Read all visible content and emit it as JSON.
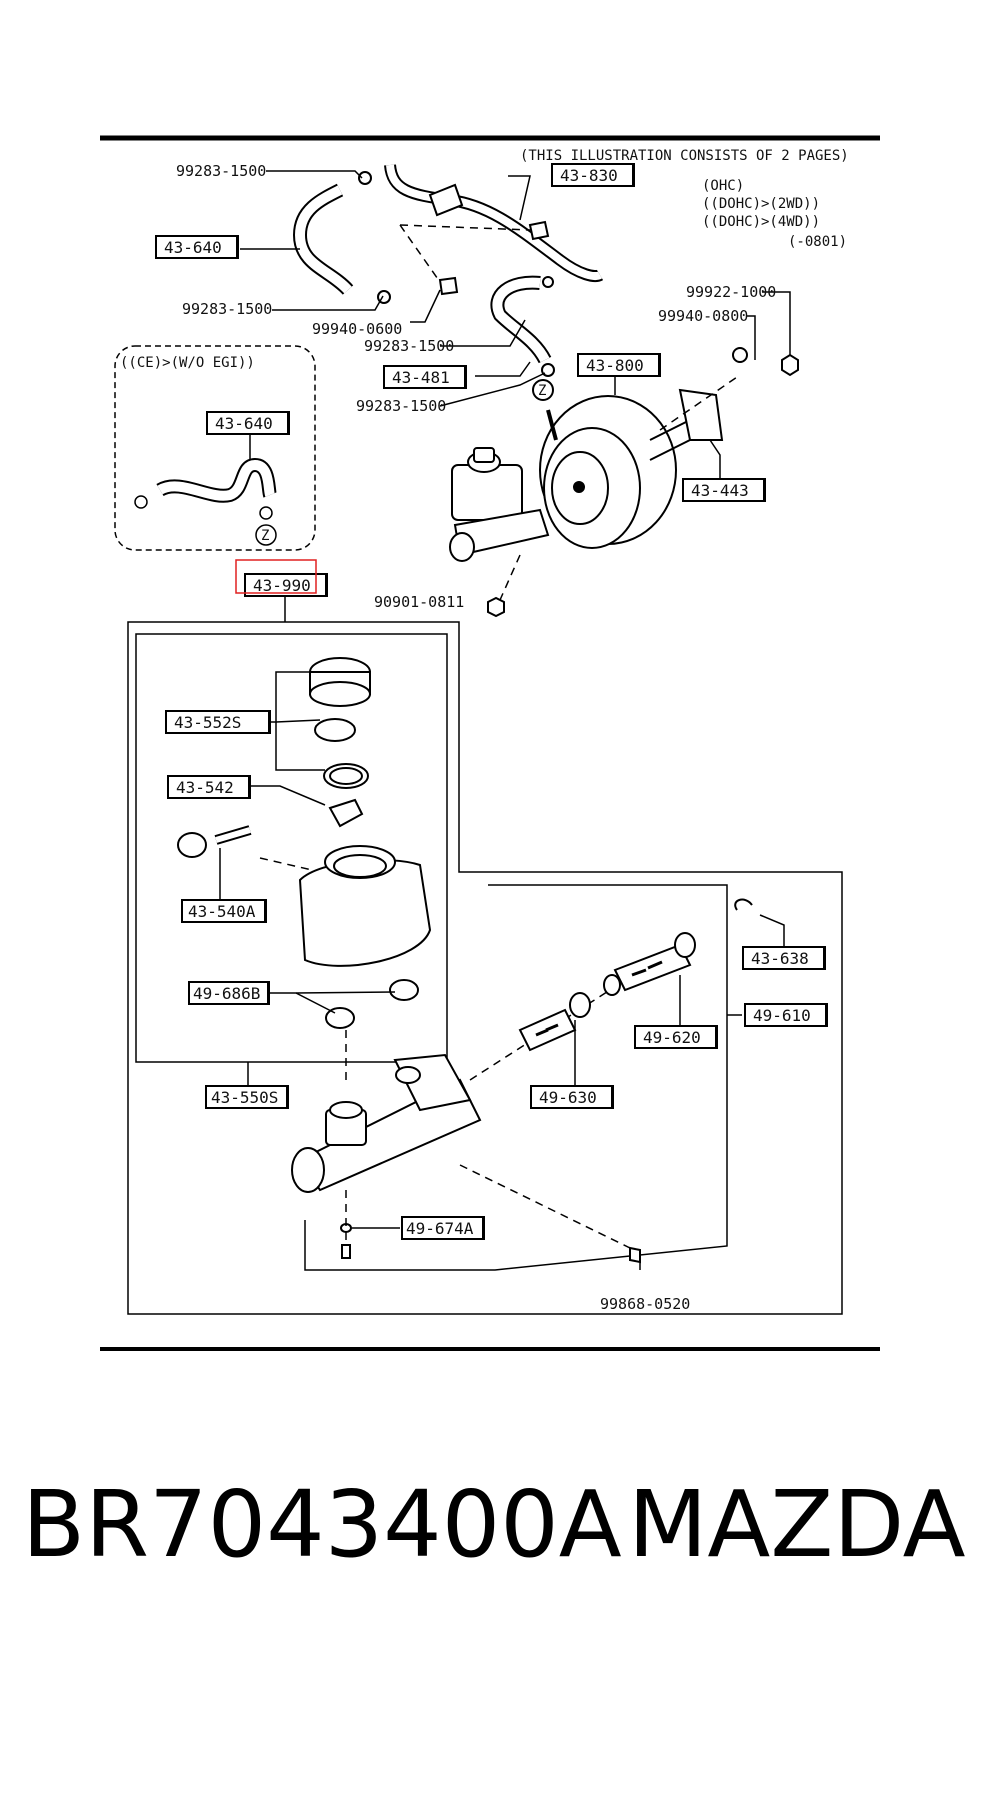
{
  "diagram": {
    "header_note": "(THIS ILLUSTRATION CONSISTS OF  2 PAGES)",
    "applicability": [
      "(OHC)",
      "((DOHC)>(2WD))",
      "((DOHC)>(4WD))",
      "(-0801)"
    ],
    "variant_note": "((CE)>(W/O EGI))",
    "boxed_parts": {
      "p43830": "43-830",
      "p43640a": "43-640",
      "p43640b": "43-640",
      "p43481": "43-481",
      "p43800": "43-800",
      "p43443": "43-443",
      "p43990": "43-990",
      "p43552S": "43-552S",
      "p43542": "43-542",
      "p43540A": "43-540A",
      "p49686B": "49-686B",
      "p43550S": "43-550S",
      "p43638": "43-638",
      "p49610": "49-610",
      "p49620": "49-620",
      "p49630": "49-630",
      "p49674A": "49-674A"
    },
    "plain_parts": {
      "a": "99283-1500",
      "b": "99283-1500",
      "c": "99940-0600",
      "d": "99283-1500",
      "e": "99283-1500",
      "f": "99922-1000",
      "g": "99940-0800",
      "h": "90901-0811",
      "i": "99868-0520"
    },
    "marker_z": "Z",
    "highlight_color": "#e02020"
  },
  "caption": {
    "part_number": "BR7043400A",
    "brand": "MAZDA"
  }
}
